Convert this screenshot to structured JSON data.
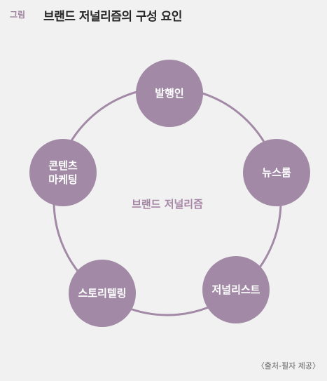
{
  "header": {
    "tag": "그림",
    "title": "브랜드 저널리즘의 구성 요인"
  },
  "diagram": {
    "center_label": "브랜드 저널리즘",
    "nodes": [
      {
        "id": "publisher",
        "lines": [
          "발행인"
        ]
      },
      {
        "id": "newsroom",
        "lines": [
          "뉴스룸"
        ]
      },
      {
        "id": "journalist",
        "lines": [
          "저널리스트"
        ]
      },
      {
        "id": "storytelling",
        "lines": [
          "스토리텔링"
        ]
      },
      {
        "id": "content-marketing",
        "lines": [
          "콘텐츠",
          "마케팅"
        ]
      }
    ],
    "colors": {
      "node_fill": "#a28aa6",
      "ring_stroke": "#a28aa6",
      "center_text": "#a586a5"
    }
  },
  "footer": {
    "source": "〈출처-필자 제공〉"
  }
}
